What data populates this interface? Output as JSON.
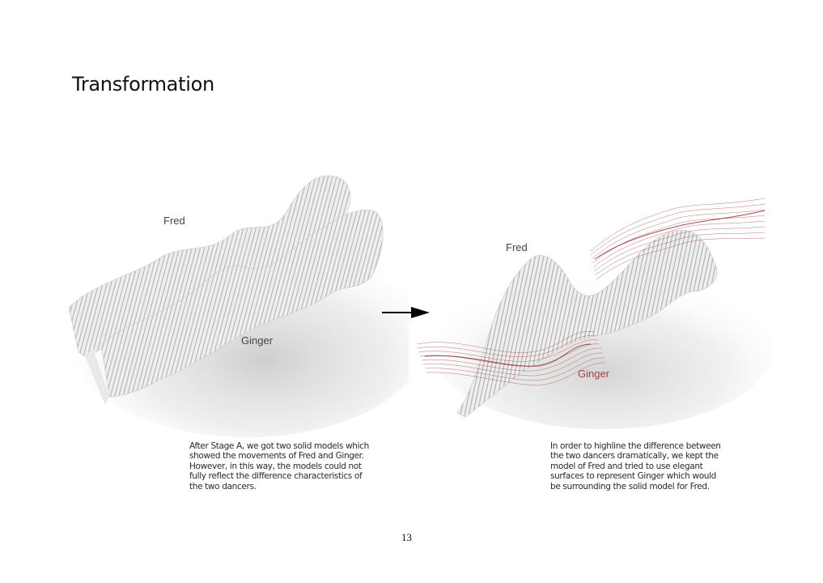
{
  "page": {
    "title": "Transformation",
    "page_number": "13"
  },
  "figures": {
    "left": {
      "label_fred": "Fred",
      "label_ginger": "Ginger",
      "caption_lines": [
        "After Stage A, we got two solid models which",
        "showed the movements of Fred and Ginger.",
        "However, in this way, the models could not",
        "fully reflect the difference characteristics of",
        "the two dancers."
      ]
    },
    "arrow": {
      "icon": "right-arrow-icon",
      "color": "#000000"
    },
    "right": {
      "label_fred": "Fred",
      "label_ginger": "Ginger",
      "ginger_color": "#a5454a",
      "caption_lines": [
        "In order to highline the difference between",
        "the two dancers dramatically, we kept the",
        "model of Fred and tried to use elegant",
        "surfaces to represent Ginger which would",
        "be surrounding the solid model for Fred."
      ]
    }
  }
}
